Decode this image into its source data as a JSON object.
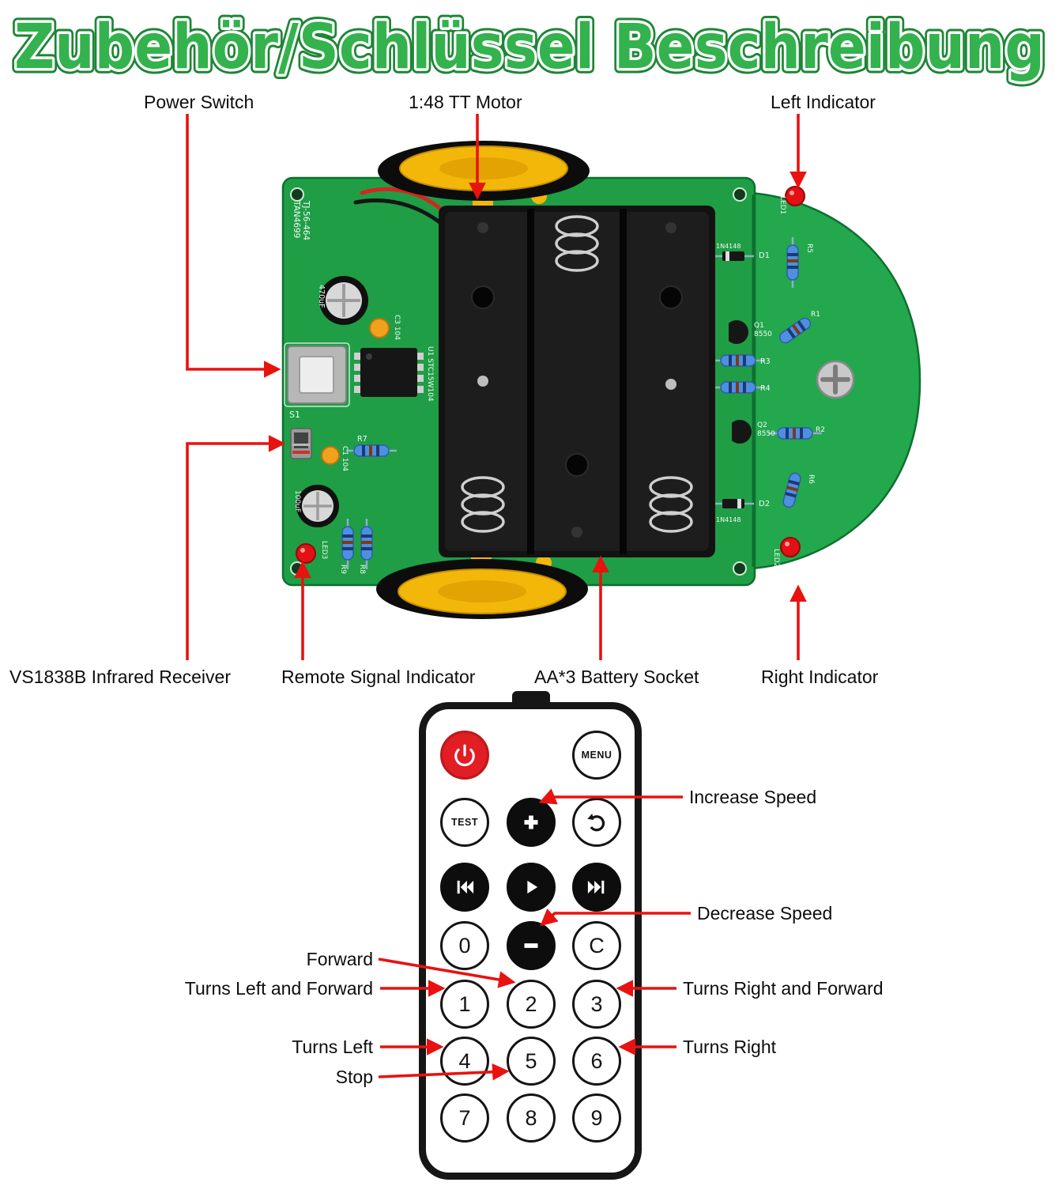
{
  "title": "Zubehör/Schlüssel Beschreibung",
  "colors": {
    "title_fill": "#33b24d",
    "title_outline_outer": "#1e8536",
    "title_outline_inner": "#ffffff",
    "arrow_red": "#e8120f",
    "pcb_green": "#1f9e46",
    "wheel_yellow": "#f3b70a",
    "remote_power_red": "#e01e24"
  },
  "pcb_labels": {
    "power_switch": "Power Switch",
    "tt_motor": "1:48 TT Motor",
    "left_indicator": "Left Indicator",
    "ir_receiver": "VS1838B Infrared Receiver",
    "remote_signal_indicator": "Remote Signal Indicator",
    "battery_socket": "AA*3 Battery Socket",
    "right_indicator": "Right Indicator"
  },
  "pcb_silkscreen": {
    "board_code_1": "TAN4699",
    "board_code_2": "TJ-56-464",
    "cap_470": "470uF",
    "c3": "C3 104",
    "u1": "U1 STC15W104",
    "s1": "S1",
    "c1": "C1 104",
    "r7": "R7",
    "cap_100": "100uF",
    "led3": "LED3",
    "r9": "R9",
    "r8": "R8",
    "d1": "D1",
    "d1_part": "1N4148",
    "r5": "R5",
    "q1": "Q1",
    "q1_part": "8550",
    "r1": "R1",
    "r3": "R3",
    "r4": "R4",
    "q2": "Q2",
    "q2_part": "8550",
    "r2": "R2",
    "r6": "R6",
    "d2": "D2",
    "d2_part": "1N4148",
    "led1": "LED1",
    "led2": "LED2"
  },
  "remote_labels": {
    "increase_speed": "Increase Speed",
    "decrease_speed": "Decrease Speed",
    "forward": "Forward",
    "turns_left_and_forward": "Turns Left and Forward",
    "turns_right_and_forward": "Turns Right and Forward",
    "turns_left": "Turns Left",
    "turns_right": "Turns Right",
    "stop": "Stop"
  },
  "remote": {
    "menu": "MENU",
    "test": "TEST",
    "d0": "0",
    "clear": "C",
    "d1": "1",
    "d2": "2",
    "d3": "3",
    "d4": "4",
    "d5": "5",
    "d6": "6",
    "d7": "7",
    "d8": "8",
    "d9": "9",
    "icons": {
      "power": "power-icon",
      "plus": "plus-icon",
      "undo": "undo-icon",
      "prev": "prev-track-icon",
      "play": "play-icon",
      "next": "next-track-icon",
      "minus": "minus-icon"
    }
  }
}
